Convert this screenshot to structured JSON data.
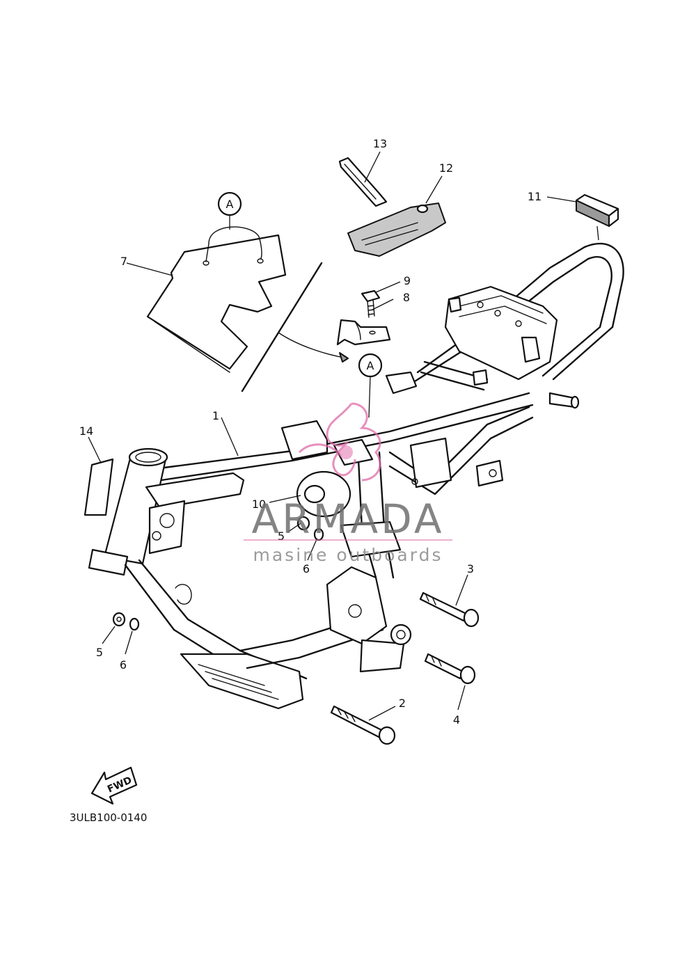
{
  "diagram": {
    "part_code": "3ULB100-0140",
    "fwd_label": "FWD",
    "reference_letter": "A",
    "callouts": {
      "c1": "1",
      "c2": "2",
      "c3": "3",
      "c4": "4",
      "c5a": "5",
      "c5b": "5",
      "c6a": "6",
      "c6b": "6",
      "c7": "7",
      "c8": "8",
      "c9": "9",
      "c10": "10",
      "c11": "11",
      "c12": "12",
      "c13": "13",
      "c14": "14"
    }
  },
  "watermark": {
    "brand": "ARMADA",
    "tagline": "masine outboards",
    "logo_color": "#e06aa8"
  }
}
